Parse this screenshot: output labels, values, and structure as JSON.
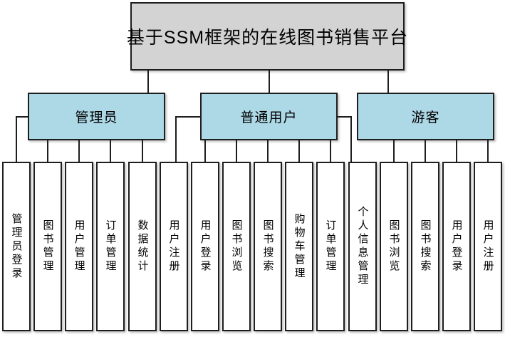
{
  "diagram": {
    "title": "基于SSM框架的在线图书销售平台",
    "colors": {
      "background": "#ffffff",
      "title_fill": "#d3d3d3",
      "role_fill": "#add8e6",
      "border": "#1e1e1e",
      "line": "#1e1e1e"
    },
    "roles": [
      {
        "label": "管理员"
      },
      {
        "label": "普通用户"
      },
      {
        "label": "游客"
      }
    ],
    "leaves": [
      {
        "label": "管理员登录",
        "parent": "管理员"
      },
      {
        "label": "图书管理",
        "parent": "管理员"
      },
      {
        "label": "用户管理",
        "parent": "管理员"
      },
      {
        "label": "订单管理",
        "parent": "管理员"
      },
      {
        "label": "数据统计",
        "parent": "管理员"
      },
      {
        "label": "用户注册",
        "parent": "普通用户"
      },
      {
        "label": "用户登录",
        "parent": "普通用户"
      },
      {
        "label": "图书浏览",
        "parent": "普通用户"
      },
      {
        "label": "图书搜索",
        "parent": "普通用户"
      },
      {
        "label": "购物车管理",
        "parent": "普通用户"
      },
      {
        "label": "订单管理",
        "parent": "普通用户"
      },
      {
        "label": "个人信息管理",
        "parent": "普通用户"
      },
      {
        "label": "图书浏览",
        "parent": "游客"
      },
      {
        "label": "图书搜索",
        "parent": "游客"
      },
      {
        "label": "用户登录",
        "parent": "游客"
      },
      {
        "label": "用户注册",
        "parent": "游客"
      }
    ]
  }
}
